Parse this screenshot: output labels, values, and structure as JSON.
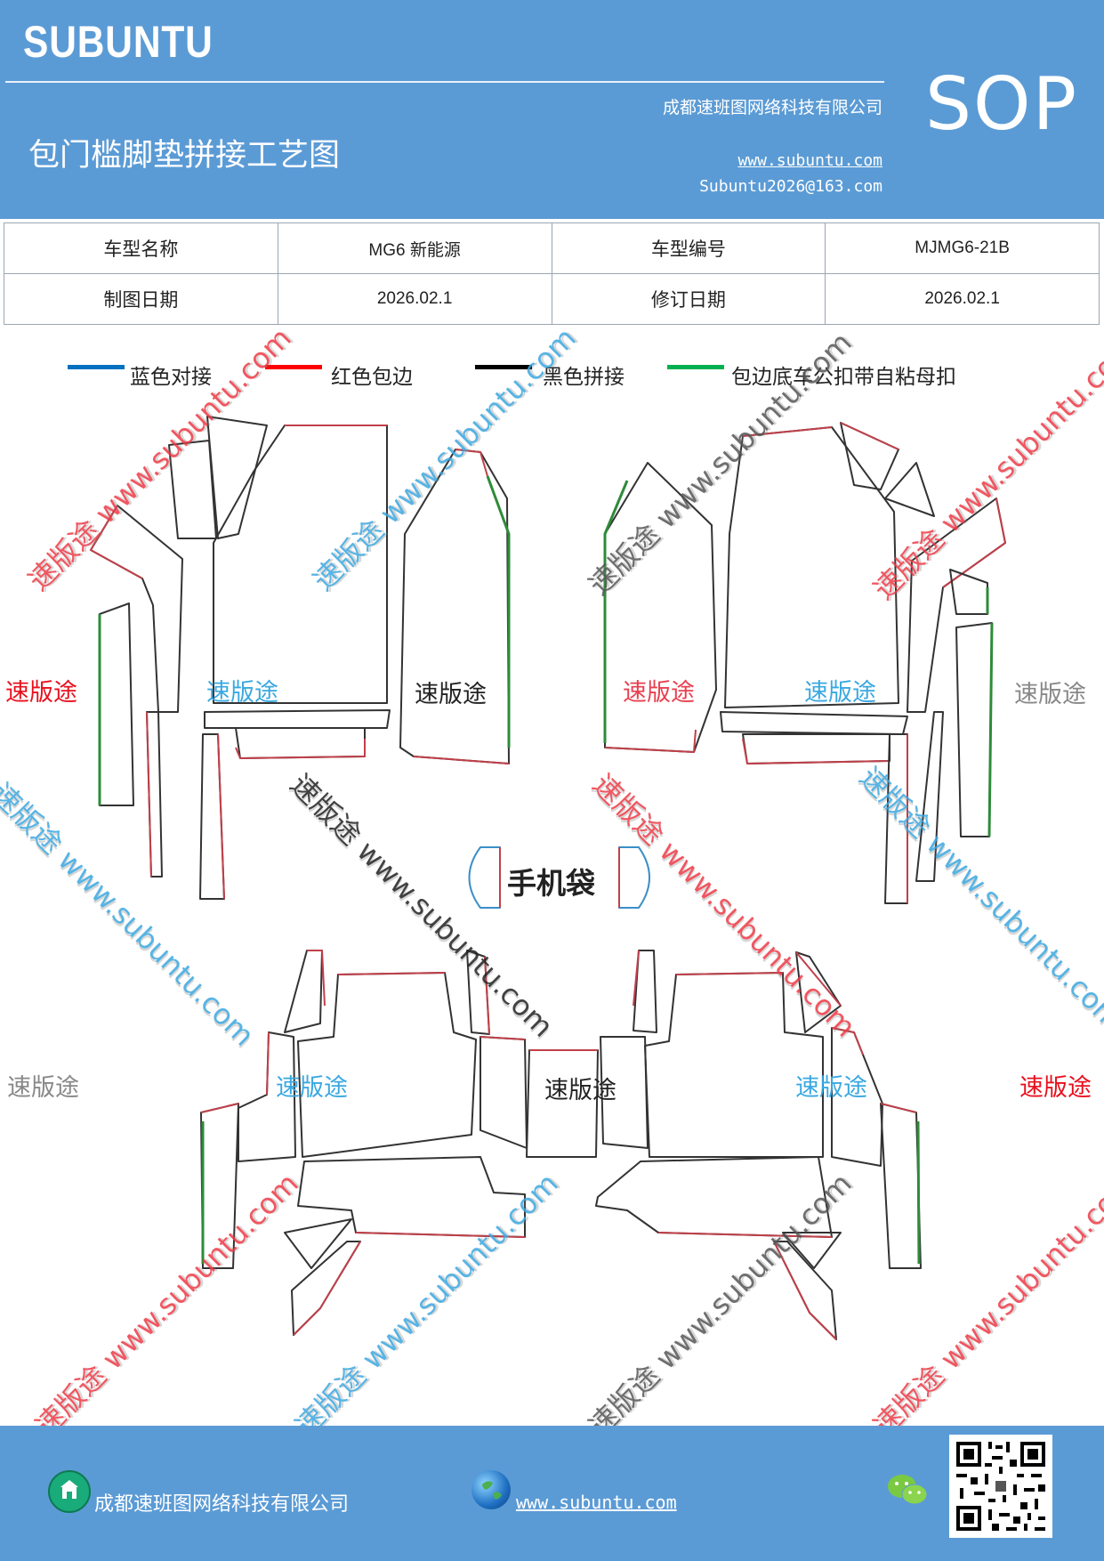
{
  "header": {
    "brand": "SUBUNTU",
    "sop": "SOP",
    "company": "成都速班图网络科技有限公司",
    "title": "包门槛脚垫拼接工艺图",
    "website": "www.subuntu.com",
    "email": "Subuntu2026@163.com"
  },
  "info_table": {
    "rows": [
      [
        "车型名称",
        "MG6 新能源",
        "车型编号",
        "MJMG6-21B"
      ],
      [
        "制图日期",
        "2026.02.1",
        "修订日期",
        "2026.02.1"
      ]
    ]
  },
  "legend": [
    {
      "label": "蓝色对接",
      "color": "#0070c0"
    },
    {
      "label": "红色包边",
      "color": "#ff0000"
    },
    {
      "label": "黑色拼接",
      "color": "#000000"
    },
    {
      "label": "包边底车公扣带自粘母扣",
      "color": "#00b050"
    }
  ],
  "diagram": {
    "phone_pocket_label": "手机袋",
    "piece_label": "速版途",
    "watermark": "速版途 www.subuntu.com",
    "colors": {
      "outline": "#333333",
      "edge_red": "#c0404a",
      "edge_green": "#2e8b3a",
      "edge_blue": "#3a8fc8"
    }
  },
  "footer": {
    "company": "成都速班图网络科技有限公司",
    "website": "www.subuntu.com"
  }
}
